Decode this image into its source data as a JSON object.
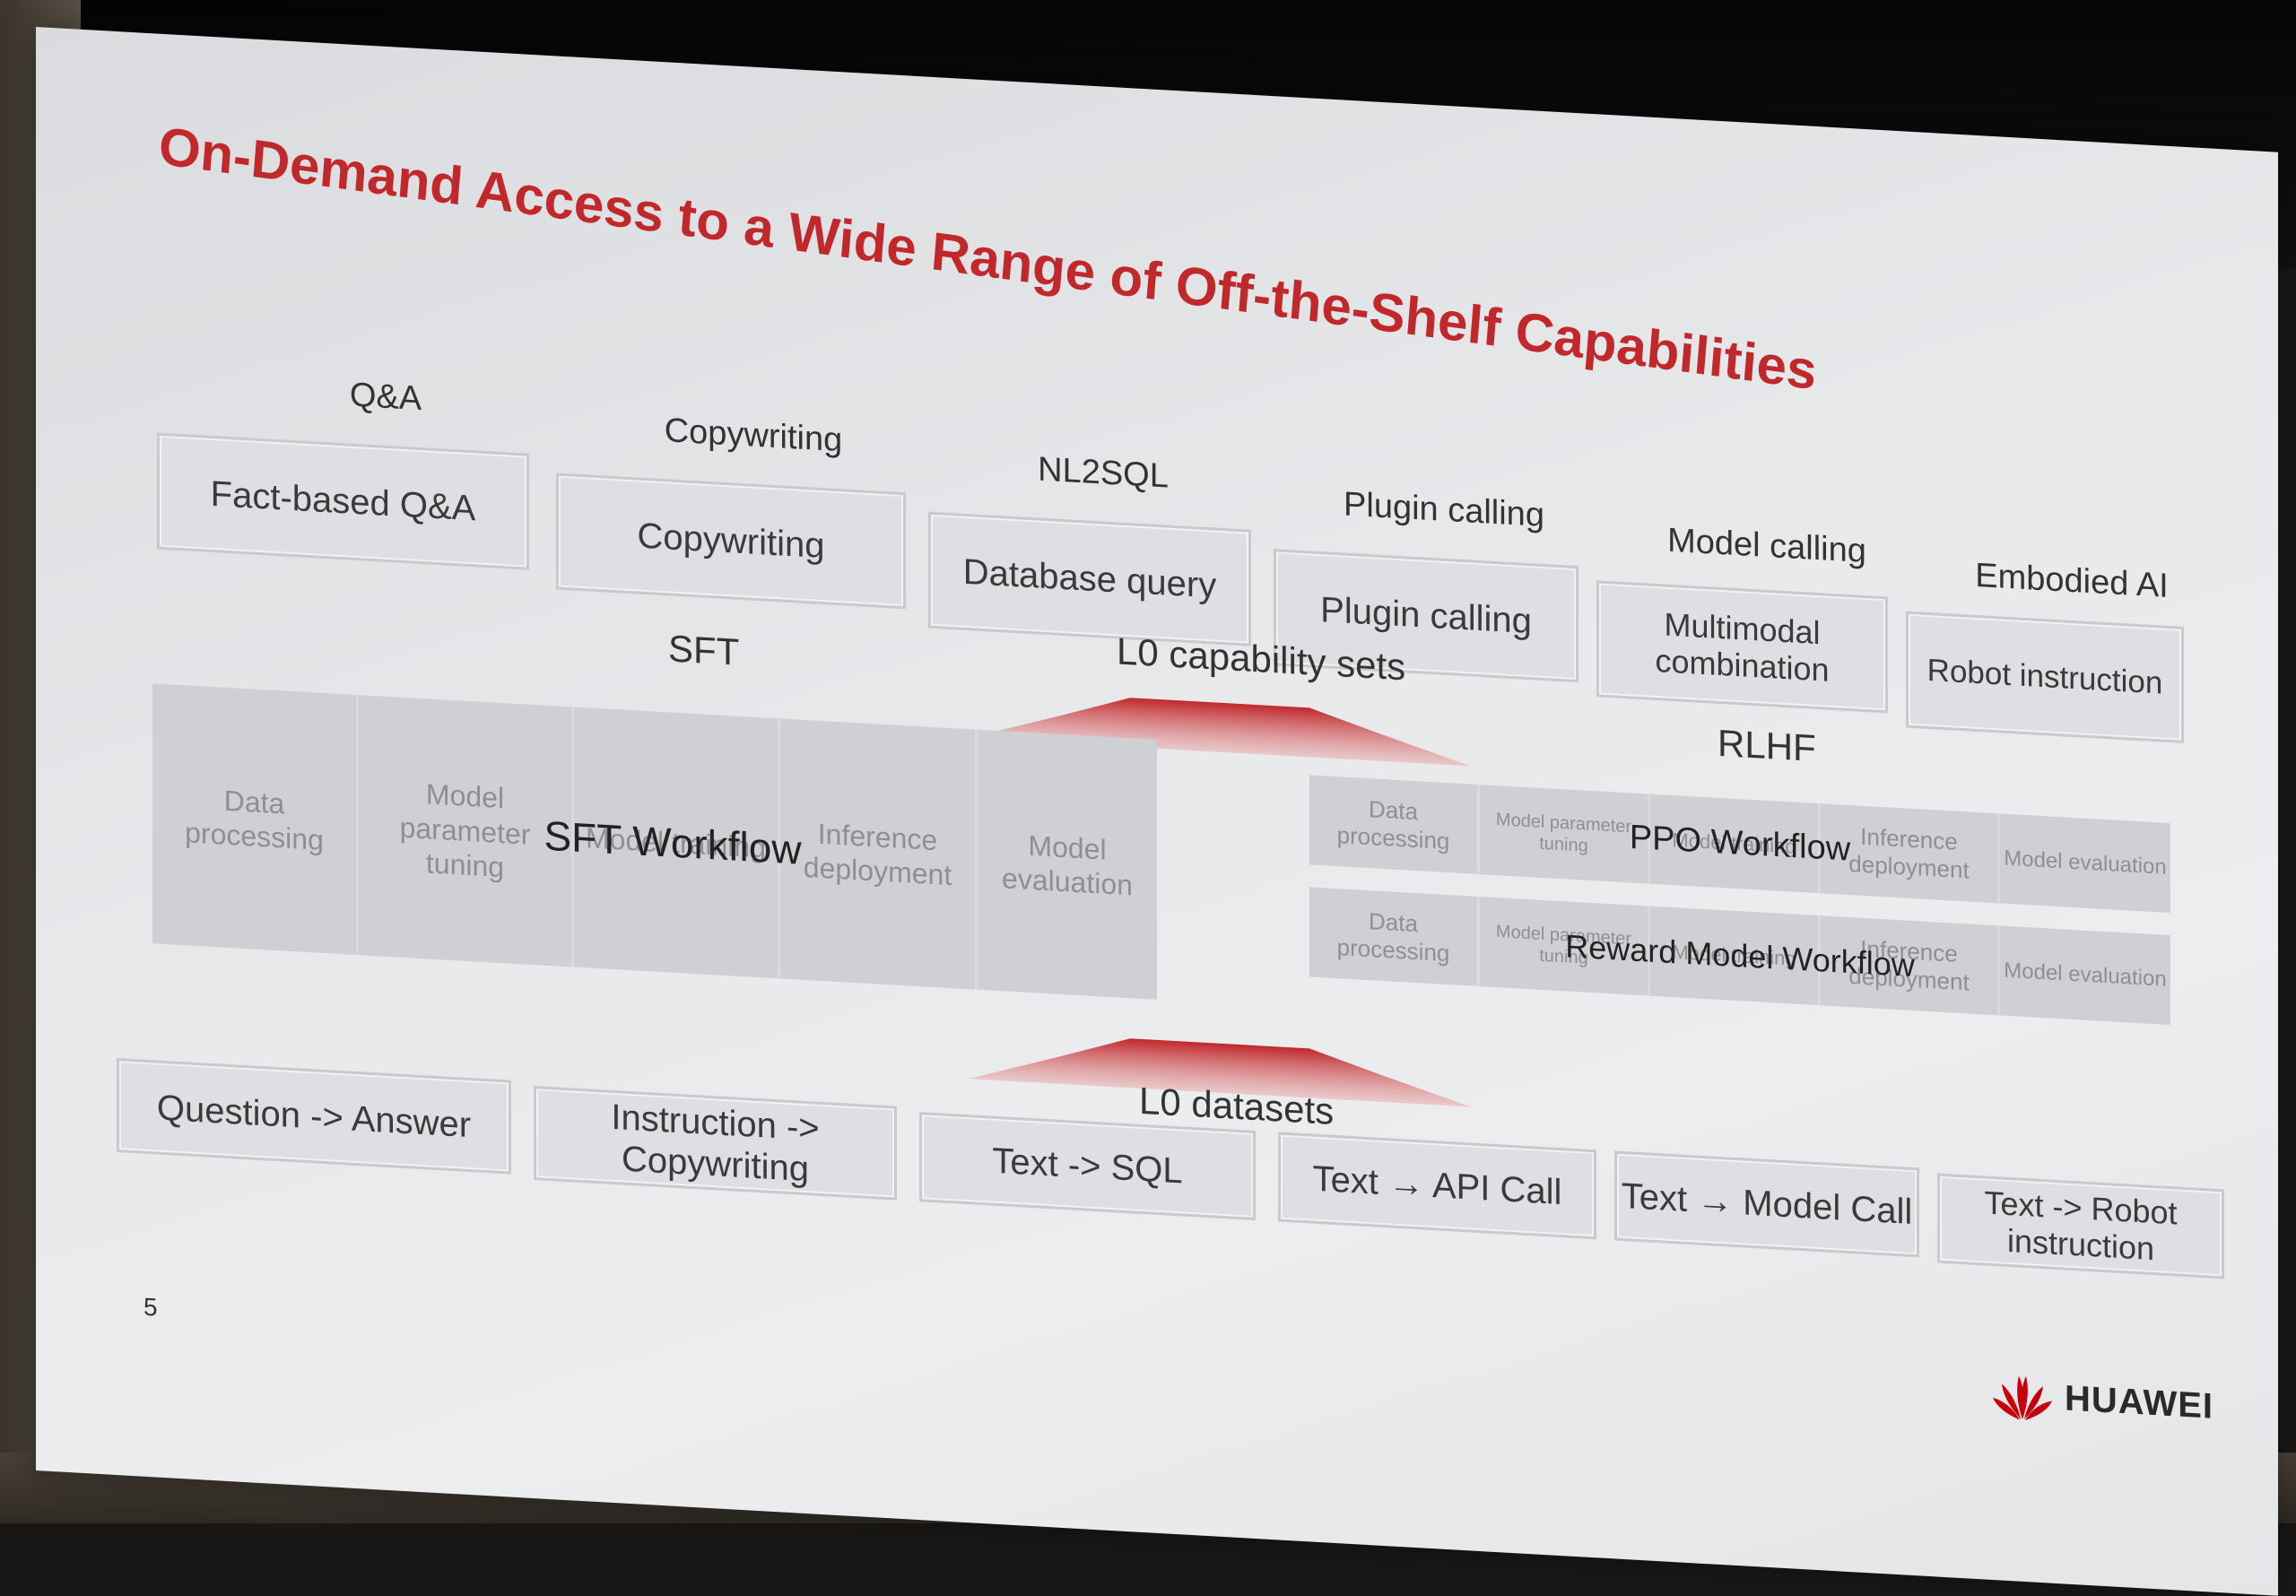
{
  "slide": {
    "title": "On-Demand Access to a Wide Range of Off-the-Shelf Capabilities",
    "page_number": "5",
    "logo_text": "HUAWEI",
    "accent_color": "#c0282c"
  },
  "capabilities": [
    {
      "label": "Q&A",
      "box": "Fact-based Q&A"
    },
    {
      "label": "Copywriting",
      "box": "Copywriting"
    },
    {
      "label": "NL2SQL",
      "box": "Database query"
    },
    {
      "label": "Plugin calling",
      "box": "Plugin calling"
    },
    {
      "label": "Model calling",
      "box": "Multimodal combination"
    },
    {
      "label": "Embodied AI",
      "box": "Robot instruction"
    }
  ],
  "l0_capability_sets": "L0 capability sets",
  "sft": {
    "label": "SFT",
    "workflow_title": "SFT Workflow",
    "steps": [
      "Data processing",
      "Model parameter tuning",
      "Model training",
      "Inference deployment",
      "Model evaluation"
    ]
  },
  "rlhf": {
    "label": "RLHF",
    "ppo": {
      "workflow_title": "PPO Workflow",
      "steps": [
        "Data processing",
        "Model parameter tuning",
        "Model training",
        "Inference deployment",
        "Model evaluation"
      ]
    },
    "reward": {
      "workflow_title": "Reward Model Workflow",
      "steps": [
        "Data processing",
        "Model parameter tuning",
        "Model training",
        "Inference deployment",
        "Model evaluation"
      ]
    }
  },
  "l0_datasets": "L0 datasets",
  "datasets": [
    "Question -> Answer",
    "Instruction -> Copywriting",
    "Text -> SQL",
    "Text → API Call",
    "Text → Model Call",
    "Text -> Robot instruction"
  ]
}
